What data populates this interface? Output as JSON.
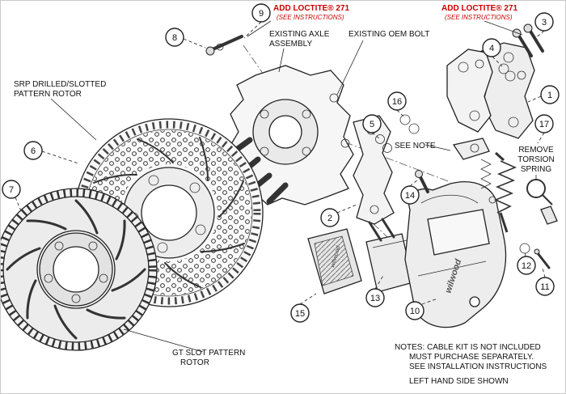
{
  "diagram": {
    "colors": {
      "accent_red": "#cc0000",
      "line": "#222222"
    },
    "callouts": {
      "c1": "1",
      "c2": "2",
      "c3": "3",
      "c4": "4",
      "c5": "5",
      "c6": "6",
      "c7": "7",
      "c8": "8",
      "c9": "9",
      "c10": "10",
      "c11": "11",
      "c12": "12",
      "c13": "13",
      "c14": "14",
      "c15": "15",
      "c16": "16",
      "c17": "17"
    },
    "labels": {
      "loctite_left_1": "ADD LOCTITE® 271",
      "loctite_left_2": "(SEE INSTRUCTIONS)",
      "loctite_right_1": "ADD LOCTITE® 271",
      "loctite_right_2": "(SEE INSTRUCTIONS)",
      "axle_1": "EXISTING AXLE",
      "axle_2": "ASSEMBLY",
      "oem_bolt": "EXISTING OEM BOLT",
      "srp_1": "SRP DRILLED/SLOTTED",
      "srp_2": "PATTERN ROTOR",
      "see_note": "SEE NOTE",
      "remove_1": "REMOVE",
      "remove_2": "TORSION",
      "remove_3": "SPRING",
      "gt_1": "GT SLOT PATTERN",
      "gt_2": "ROTOR",
      "notes_1": "NOTES: CABLE KIT IS NOT INCLUDED",
      "notes_2": "MUST PURCHASE SEPARATELY.",
      "notes_3": "SEE INSTALLATION INSTRUCTIONS",
      "side": "LEFT HAND SIDE SHOWN",
      "brand": "wilwood"
    }
  }
}
